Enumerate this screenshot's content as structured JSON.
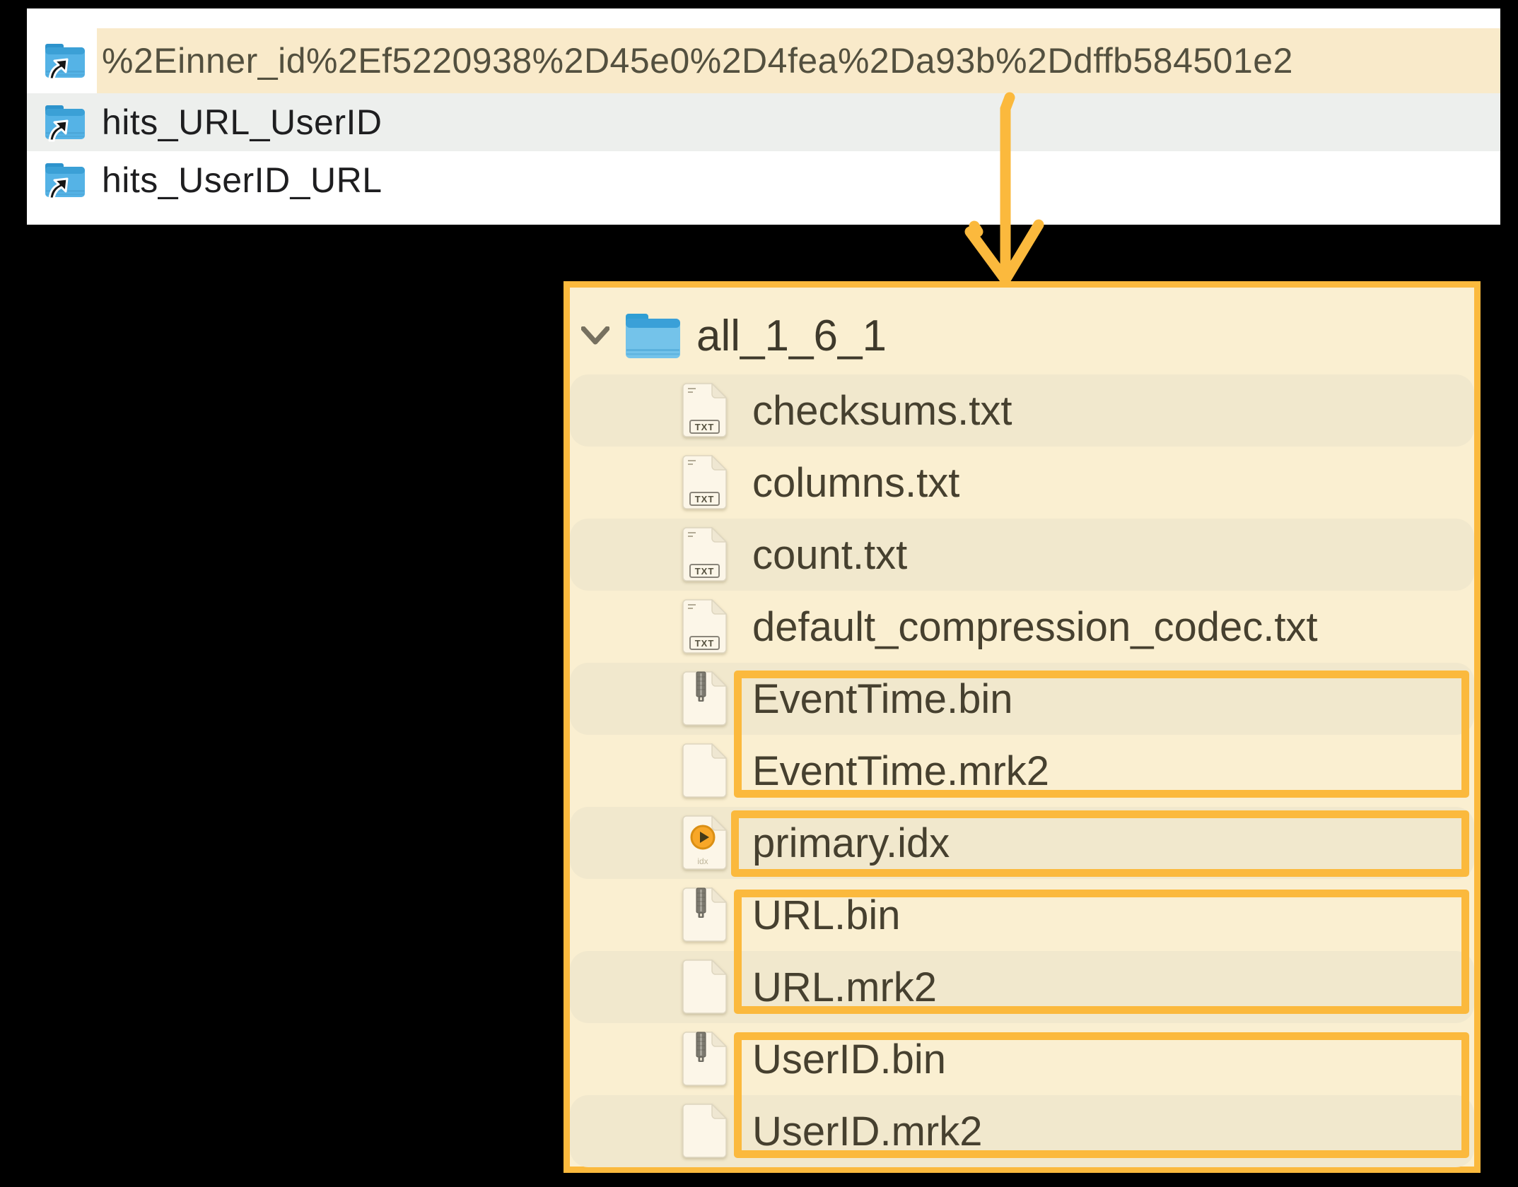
{
  "top_list": {
    "items": [
      {
        "label": "%2Einner_id%2Ef5220938%2D45e0%2D4fea%2Da93b%2Ddffb584501e2",
        "icon": "alias-folder",
        "highlighted": true
      },
      {
        "label": "hits_URL_UserID",
        "icon": "alias-folder",
        "highlighted": false
      },
      {
        "label": "hits_UserID_URL",
        "icon": "alias-folder",
        "highlighted": false
      }
    ],
    "highlight_color": "#F9EACA",
    "alt_row_color": "#EDEFED"
  },
  "annotation": {
    "arrow": "down-arrow from highlighted inner_id folder to expanded part folder",
    "accent_color": "#FBB93D"
  },
  "tree_panel": {
    "background": "#FAEFD1",
    "stripe_color": "#F1E8CD",
    "border_color": "#FBB93D",
    "root": {
      "label": "all_1_6_1",
      "icon": "folder",
      "expanded": true
    },
    "files": [
      {
        "name": "checksums.txt",
        "icon": "txt",
        "boxed": 0
      },
      {
        "name": "columns.txt",
        "icon": "txt",
        "boxed": 0
      },
      {
        "name": "count.txt",
        "icon": "txt",
        "boxed": 0
      },
      {
        "name": "default_compression_codec.txt",
        "icon": "txt",
        "boxed": 0
      },
      {
        "name": "EventTime.bin",
        "icon": "bin",
        "boxed": 1
      },
      {
        "name": "EventTime.mrk2",
        "icon": "blank",
        "boxed": 1
      },
      {
        "name": "primary.idx",
        "icon": "idx",
        "boxed": 2
      },
      {
        "name": "URL.bin",
        "icon": "bin",
        "boxed": 3
      },
      {
        "name": "URL.mrk2",
        "icon": "blank",
        "boxed": 3
      },
      {
        "name": "UserID.bin",
        "icon": "bin",
        "boxed": 4
      },
      {
        "name": "UserID.mrk2",
        "icon": "blank",
        "boxed": 4
      }
    ],
    "txt_icon_badge": "TXT",
    "idx_icon_badge": "idx"
  }
}
